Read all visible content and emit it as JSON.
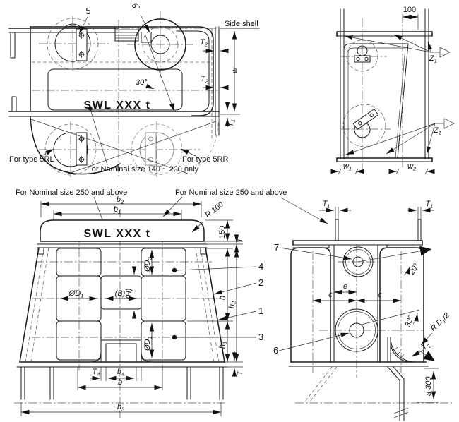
{
  "labels": {
    "swl": "SWL XXX t",
    "side_shell": "Side shell",
    "for_type_5rl": "For type 5RL",
    "for_type_5rr": "For type 5RR",
    "nominal_140_200": "For Nominal size 140 ~ 200 only",
    "nominal_250": "For Nominal size 250 and above"
  },
  "callouts": {
    "c1": "1",
    "c2": "2",
    "c3": "3",
    "c4": "4",
    "c5": "5",
    "c6": "6",
    "c7": "7"
  },
  "angles": {
    "deg5": "5°",
    "deg20": "20°",
    "deg30": "30°",
    "deg32": "32°"
  },
  "values": {
    "len100": "100",
    "len150": "150",
    "rad100": "R 100",
    "a300": "a 300"
  },
  "dims": {
    "T": "T",
    "w": "w",
    "h": "h",
    "b": "b",
    "c": "c",
    "e": "e",
    "B": "(B)",
    "H": "(H)",
    "T1": {
      "base": "T",
      "sub": "1"
    },
    "T2": {
      "base": "T",
      "sub": "2"
    },
    "T3": {
      "base": "T",
      "sub": "3"
    },
    "T4": {
      "base": "T",
      "sub": "4"
    },
    "b1": {
      "base": "b",
      "sub": "1"
    },
    "b2": {
      "base": "b",
      "sub": "2"
    },
    "b3": {
      "base": "b",
      "sub": "3"
    },
    "b4": {
      "base": "b",
      "sub": "4"
    },
    "w1": {
      "base": "w",
      "sub": "1"
    },
    "w2": {
      "base": "w",
      "sub": "2"
    },
    "h1": {
      "base": "h",
      "sub": "1"
    },
    "h2": {
      "base": "h",
      "sub": "2"
    },
    "Z1": {
      "base": "Z",
      "sub": "1"
    },
    "D1": {
      "base": "ØD",
      "sub": "1"
    },
    "D2": {
      "base": "ØD",
      "sub": "2"
    },
    "RD2": {
      "base": "R D",
      "sub": "1",
      "tail": "/2"
    }
  }
}
